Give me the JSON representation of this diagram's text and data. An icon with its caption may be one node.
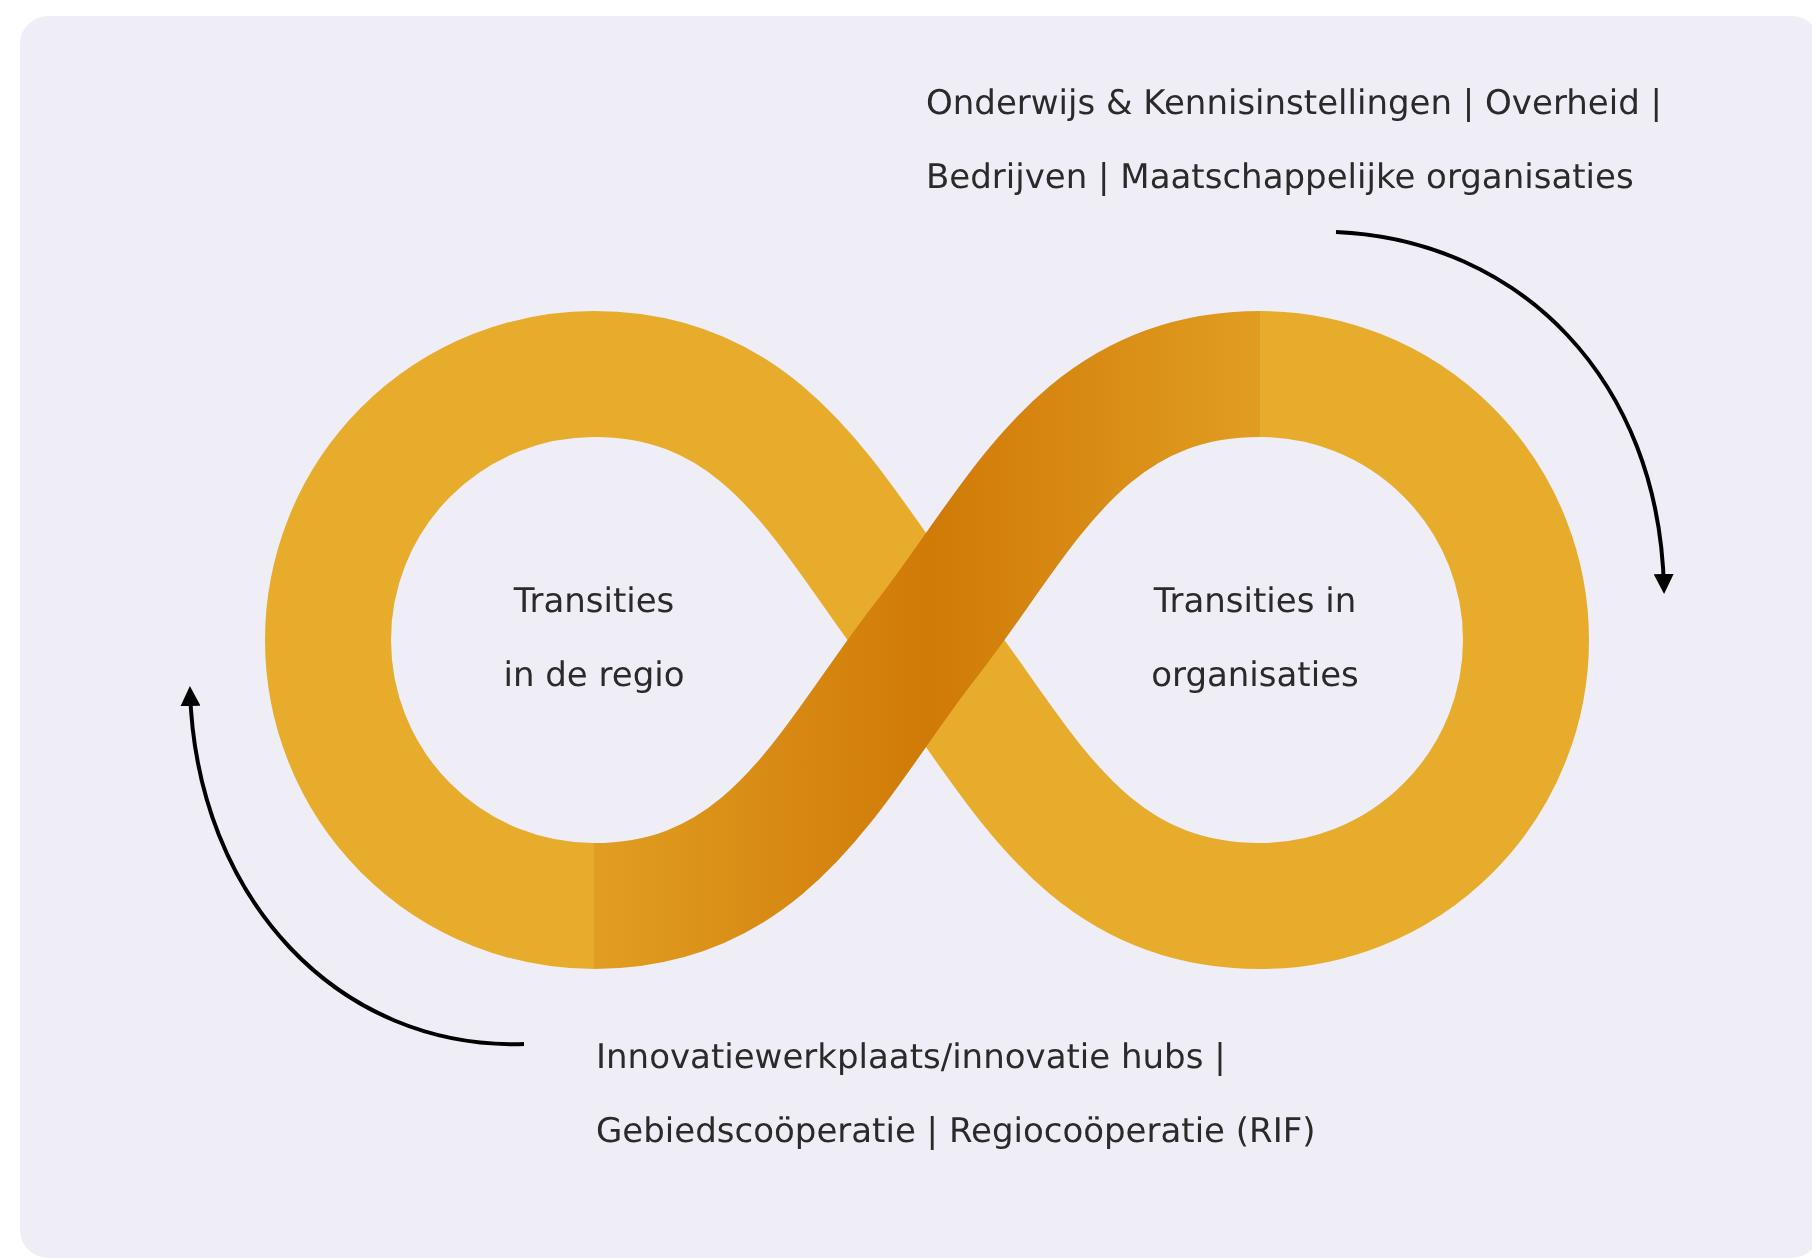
{
  "diagram": {
    "nodes": [
      {
        "text": [
          "Transities in de regio"
        ]
      },
      {
        "text": [
          "Transities in organisaties"
        ]
      },
      {
        "text": [
          "Onderwijs & Kennisinstellingen | Overheid | Bedrijven | Maatschappelijke organisaties"
        ]
      },
      {
        "text": [
          "Innovatiewerkplaats/innovatie hubs | Gebiedscoöperatie | Regiocoöperatie (RIF)"
        ]
      }
    ],
    "edges": [
      {
        "from": 2,
        "to": null,
        "arrow": "to"
      },
      {
        "from": 3,
        "to": null,
        "arrow": "to"
      }
    ]
  }
}
